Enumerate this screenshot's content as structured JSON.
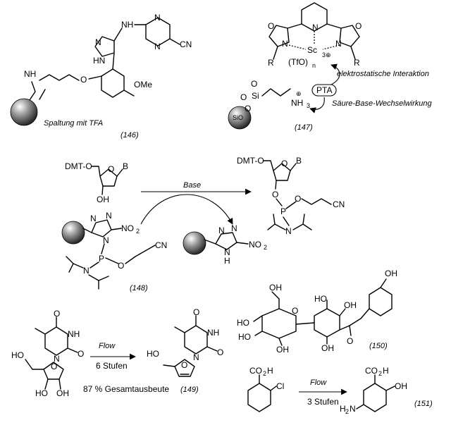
{
  "figure": {
    "compounds": [
      {
        "id": "146",
        "label": "(146)",
        "caption": "Spaltung mit TFA"
      },
      {
        "id": "147",
        "label": "(147)",
        "note_electrostatic": "elektrostatische Interaktion",
        "note_acid_base": "Säure-Base-Wechselwirkung",
        "catalyst": "PTA"
      },
      {
        "id": "148",
        "label": "(148)"
      },
      {
        "id": "149",
        "label": "(149)",
        "yield": "87 % Gesamtausbeute"
      },
      {
        "id": "150",
        "label": "(150)"
      },
      {
        "id": "151",
        "label": "(151)"
      }
    ],
    "reactions": [
      {
        "id": "coupling",
        "condition": "Base"
      },
      {
        "id": "flow_149",
        "condition": "Flow",
        "steps": "6 Stufen"
      },
      {
        "id": "flow_151",
        "condition": "Flow",
        "steps": "3 Stufen"
      }
    ],
    "atom_labels": {
      "NH": "NH",
      "N": "N",
      "O": "O",
      "OH": "OH",
      "HO": "HO",
      "H": "H",
      "B": "B",
      "P": "P",
      "CN": "CN",
      "OMe": "OMe",
      "NO2": "NO",
      "sub2": "2",
      "DMT_O": "DMT-O",
      "CO2H": "CO",
      "Cl": "Cl",
      "H2N": "H",
      "NH3": "NH",
      "sub3": "3",
      "Sc": "Sc",
      "TfO": "(TfO)",
      "sub_n": "n",
      "charge3": "3⊕",
      "R": "R",
      "SiO2": "SiO",
      "Si": "Si",
      "plus": "⊕"
    }
  }
}
